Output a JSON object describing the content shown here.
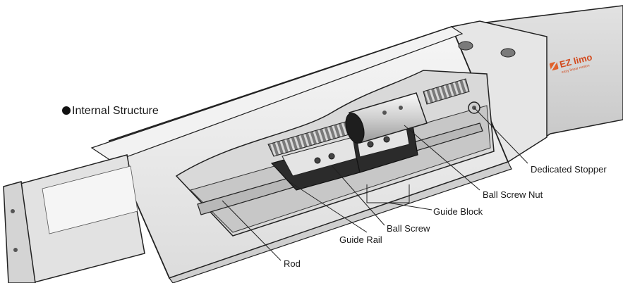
{
  "title": "Internal Structure",
  "logo": {
    "name": "EZ limo",
    "tagline": "easy linear motion"
  },
  "callouts": {
    "dedicated_stopper": "Dedicated Stopper",
    "ball_screw_nut": "Ball Screw Nut",
    "guide_block": "Guide Block",
    "ball_screw": "Ball Screw",
    "guide_rail": "Guide Rail",
    "rod": "Rod"
  },
  "colors": {
    "housing": "#ececec",
    "outline": "#222222",
    "rail_block": "#2b2b2b",
    "logo_accent": "#d2491c"
  }
}
